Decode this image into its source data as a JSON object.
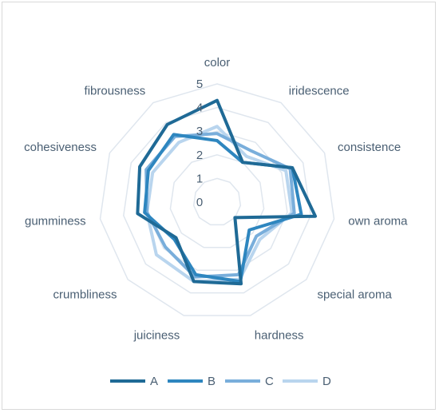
{
  "chart_data": {
    "type": "radar",
    "axes": [
      "color",
      "iridescence",
      "consistence",
      "own aroma",
      "special aroma",
      "hardness",
      "juiciness",
      "crumbliness",
      "gumminess",
      "cohesiveness",
      "fibrousness"
    ],
    "r_ticks": [
      "0",
      "1",
      "2",
      "3",
      "4",
      "5"
    ],
    "rlim": [
      0,
      5
    ],
    "grid": true,
    "legend_position": "bottom",
    "series": [
      {
        "name": "A",
        "color": "#1f6a96",
        "values": [
          4.3,
          2.0,
          3.5,
          4.2,
          1.0,
          3.6,
          3.5,
          2.3,
          3.4,
          3.6,
          3.9
        ]
      },
      {
        "name": "B",
        "color": "#2e86bf",
        "values": [
          2.6,
          2.0,
          3.5,
          3.6,
          1.8,
          3.5,
          3.2,
          2.4,
          3.1,
          3.2,
          3.4
        ]
      },
      {
        "name": "C",
        "color": "#79aedb",
        "values": [
          2.9,
          2.6,
          3.4,
          3.3,
          2.2,
          3.2,
          3.3,
          2.9,
          3.0,
          3.3,
          3.3
        ]
      },
      {
        "name": "D",
        "color": "#b9d5ee",
        "values": [
          3.2,
          2.3,
          3.2,
          3.2,
          2.4,
          3.4,
          3.5,
          3.4,
          3.0,
          3.0,
          3.0
        ]
      }
    ]
  }
}
